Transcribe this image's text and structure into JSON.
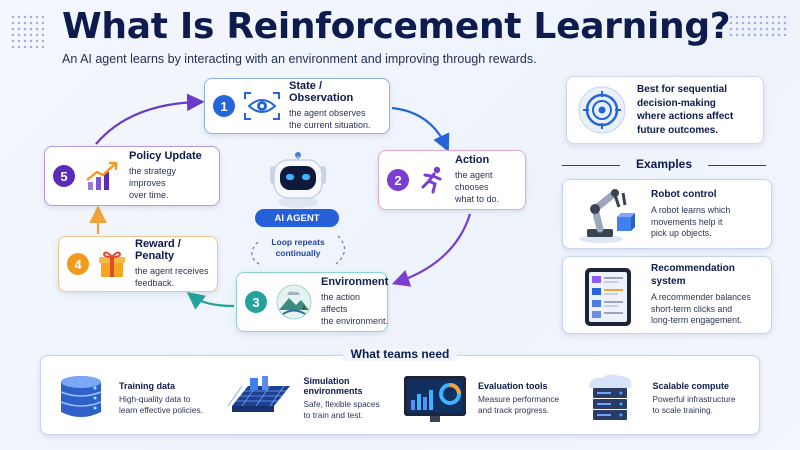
{
  "header": {
    "title": "What Is Reinforcement Learning?",
    "subtitle": "An AI agent learns by interacting with an environment and improving through rewards."
  },
  "loop": {
    "steps": [
      {
        "number": "1",
        "title": "State / Observation",
        "desc_line1": "the agent observes",
        "desc_line2": "the current situation.",
        "icon": "eye-icon",
        "color": "#2466d8"
      },
      {
        "number": "2",
        "title": "Action",
        "desc_line1": "the agent chooses",
        "desc_line2": "what to do.",
        "icon": "running-person-icon",
        "color": "#7a3fd1"
      },
      {
        "number": "3",
        "title": "Environment",
        "desc_line1": "the action affects",
        "desc_line2": "the environment.",
        "icon": "landscape-icon",
        "color": "#23a39b"
      },
      {
        "number": "4",
        "title": "Reward / Penalty",
        "desc_line1": "the agent receives",
        "desc_line2": "feedback.",
        "icon": "gift-icon",
        "color": "#f29a1a"
      },
      {
        "number": "5",
        "title": "Policy Update",
        "desc_line1": "the strategy improves",
        "desc_line2": "over time.",
        "icon": "chart-up-icon",
        "color": "#5a2bb8"
      }
    ],
    "agent_label": "AI AGENT",
    "loop_text_line1": "Loop repeats",
    "loop_text_line2": "continually"
  },
  "best_for": {
    "line1": "Best for sequential",
    "line2": "decision-making",
    "line3": "where actions affect",
    "line4": "future outcomes."
  },
  "examples": {
    "heading": "Examples",
    "items": [
      {
        "title_line1": "Robot control",
        "title_line2": "",
        "desc_line1": "A robot learns which",
        "desc_line2": "movements help it",
        "desc_line3": "pick up objects.",
        "icon": "robot-arm-icon"
      },
      {
        "title_line1": "Recommendation",
        "title_line2": "system",
        "desc_line1": "A recommender balances",
        "desc_line2": "short-term clicks and",
        "desc_line3": "long-term engagement.",
        "icon": "tablet-icon"
      }
    ]
  },
  "needs": {
    "heading": "What teams need",
    "items": [
      {
        "title": "Training data",
        "desc_line1": "High-quality data to",
        "desc_line2": "learn effective policies.",
        "icon": "database-icon"
      },
      {
        "title_line1": "Simulation",
        "title_line2": "environments",
        "desc_line1": "Safe, flexible spaces",
        "desc_line2": "to train and test.",
        "icon": "grid-simulation-icon"
      },
      {
        "title": "Evaluation tools",
        "desc_line1": "Measure performance",
        "desc_line2": "and track progress.",
        "icon": "dashboard-icon"
      },
      {
        "title": "Scalable compute",
        "desc_line1": "Powerful infrastructure",
        "desc_line2": "to scale training.",
        "icon": "server-cloud-icon"
      }
    ]
  },
  "colors": {
    "accent": "#2560d9",
    "title": "#0d1b4d"
  }
}
